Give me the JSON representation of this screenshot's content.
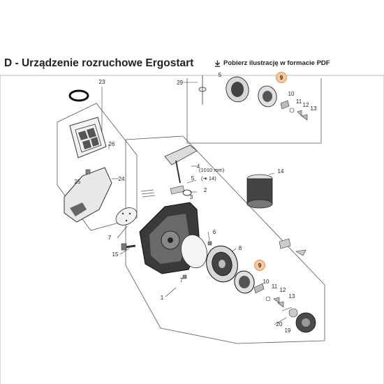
{
  "title": "D - Urządzenie rozruchowe Ergostart",
  "download_label": "Pobierz ilustrację w formacie PDF",
  "colors": {
    "highlight_fill": "#f7c9a0",
    "highlight_stroke": "#e8a06a",
    "line": "#333333"
  },
  "labels": {
    "n1": "1",
    "n2": "2",
    "n3": "3",
    "n4": "4",
    "n5a": "5",
    "n5b": "5",
    "n6": "6",
    "n7a": "7",
    "n7b": "7",
    "n8": "8",
    "n9a": "9",
    "n9b": "9",
    "n10a": "10",
    "n10b": "10",
    "n11a": "11",
    "n11b": "11",
    "n12a": "12",
    "n12b": "12",
    "n13a": "13",
    "n13b": "13",
    "n14": "14",
    "n15": "15",
    "n19": "19",
    "n20": "20",
    "n23": "23",
    "n24": "24",
    "n25": "25",
    "n26": "26",
    "n29": "29",
    "rope_len": "(1010 mm)",
    "rope_ref": "(➜ 14)"
  }
}
